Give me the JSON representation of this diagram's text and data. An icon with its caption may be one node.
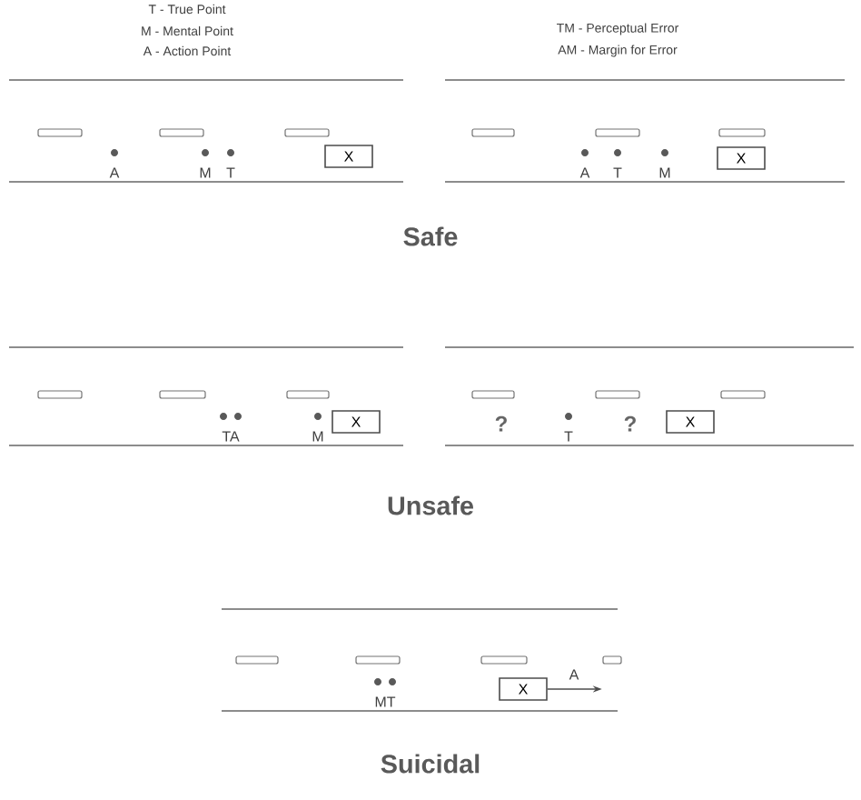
{
  "diagram": {
    "nodes": [
      {
        "text": [
          "X"
        ]
      },
      {
        "text": [
          "X"
        ]
      },
      {
        "text": [
          "X"
        ]
      },
      {
        "text": [
          "X"
        ]
      },
      {
        "text": [
          "X"
        ]
      },
      {
        "text": [
          "A"
        ]
      }
    ],
    "edges": [
      {
        "from": 4,
        "to": 5,
        "arrow": "to"
      }
    ],
    "labels": [
      "T - True Point",
      "M - Mental Point",
      "A - Action Point",
      "TM - Perceptual Error",
      "AM - Margin for Error",
      "A",
      "M",
      "T",
      "A",
      "T",
      "M",
      "Safe",
      "TA",
      "M",
      "?",
      "T",
      "?",
      "Unsafe",
      "MT",
      "Suicidal"
    ]
  }
}
